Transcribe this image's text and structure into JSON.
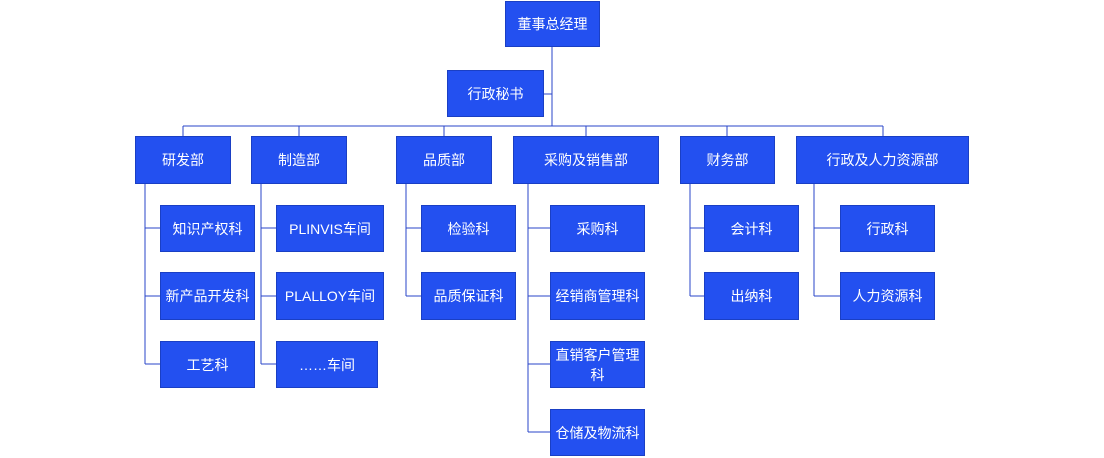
{
  "org_chart": {
    "root": "董事总经理",
    "secretary": "行政秘书",
    "departments": [
      {
        "name": "研发部",
        "units": [
          "知识产权科",
          "新产品开发科",
          "工艺科"
        ]
      },
      {
        "name": "制造部",
        "units": [
          "PLINVIS车间",
          "PLALLOY车间",
          "……车间"
        ]
      },
      {
        "name": "品质部",
        "units": [
          "检验科",
          "品质保证科"
        ]
      },
      {
        "name": "采购及销售部",
        "units": [
          "采购科",
          "经销商管理科",
          "直销客户管理科",
          "仓储及物流科"
        ]
      },
      {
        "name": "财务部",
        "units": [
          "会计科",
          "出纳科"
        ]
      },
      {
        "name": "行政及人力资源部",
        "units": [
          "行政科",
          "人力资源科"
        ]
      }
    ],
    "colors": {
      "box": "#2350f0",
      "text": "#ffffff",
      "line": "#2a45c8"
    }
  }
}
